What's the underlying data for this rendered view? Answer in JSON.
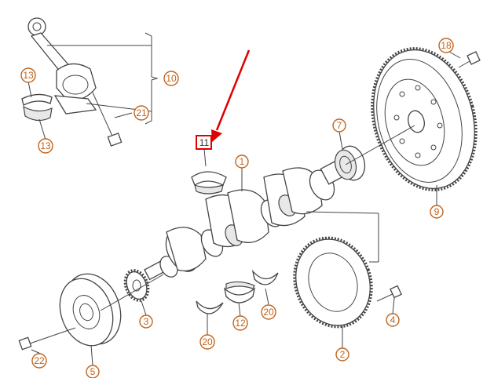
{
  "colors": {
    "callout": "#c0641e",
    "line": "#444444",
    "arrow": "#e00000",
    "highlight_box": "#e00000"
  },
  "callouts": [
    {
      "id": "c1",
      "label": "1"
    },
    {
      "id": "c2",
      "label": "2"
    },
    {
      "id": "c3",
      "label": "3"
    },
    {
      "id": "c4",
      "label": "4"
    },
    {
      "id": "c5",
      "label": "5"
    },
    {
      "id": "c7",
      "label": "7"
    },
    {
      "id": "c9",
      "label": "9"
    },
    {
      "id": "c10",
      "label": "10"
    },
    {
      "id": "c11",
      "label": "11"
    },
    {
      "id": "c12",
      "label": "12"
    },
    {
      "id": "c13a",
      "label": "13"
    },
    {
      "id": "c13b",
      "label": "13"
    },
    {
      "id": "c18",
      "label": "18"
    },
    {
      "id": "c20a",
      "label": "20"
    },
    {
      "id": "c20b",
      "label": "20"
    },
    {
      "id": "c21",
      "label": "21"
    },
    {
      "id": "c22",
      "label": "22"
    }
  ]
}
